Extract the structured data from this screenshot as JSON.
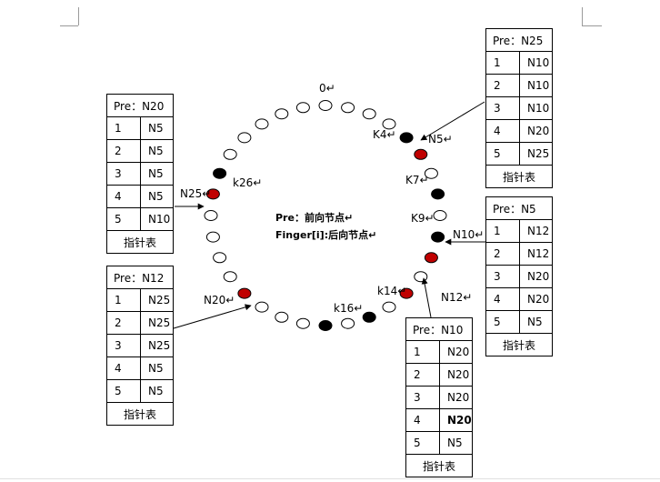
{
  "ring": {
    "zero_label": "0↵",
    "nodes": [
      {
        "label": "N5↵"
      },
      {
        "label": "N10↵"
      },
      {
        "label": "N12↵"
      },
      {
        "label": "N20↵"
      },
      {
        "label": "N25↵"
      }
    ],
    "keys": [
      {
        "label": "K4↵"
      },
      {
        "label": "K7↵"
      },
      {
        "label": "K9↵"
      },
      {
        "label": "k14↵"
      },
      {
        "label": "k16↵"
      },
      {
        "label": "k26↵"
      }
    ],
    "colors": {
      "node": "#c00000",
      "key": "#000000",
      "empty": "#ffffff",
      "stroke": "#000000"
    }
  },
  "legend": {
    "line1": "Pre：前向节点↵",
    "line2": "Finger[i]:后向节点↵"
  },
  "tables": {
    "n5": {
      "pre": "Pre：N25",
      "rows": [
        {
          "i": "1",
          "v": "N10"
        },
        {
          "i": "2",
          "v": "N10"
        },
        {
          "i": "3",
          "v": "N10"
        },
        {
          "i": "4",
          "v": "N20"
        },
        {
          "i": "5",
          "v": "N25"
        }
      ],
      "caption": "指针表"
    },
    "n10": {
      "pre": "Pre：N5",
      "rows": [
        {
          "i": "1",
          "v": "N12"
        },
        {
          "i": "2",
          "v": "N12"
        },
        {
          "i": "3",
          "v": "N20"
        },
        {
          "i": "4",
          "v": "N20"
        },
        {
          "i": "5",
          "v": "N5"
        }
      ],
      "caption": "指针表"
    },
    "n12": {
      "pre": "Pre：N10",
      "rows": [
        {
          "i": "1",
          "v": "N20"
        },
        {
          "i": "2",
          "v": "N20"
        },
        {
          "i": "3",
          "v": "N20"
        },
        {
          "i": "4",
          "v": "N20"
        },
        {
          "i": "5",
          "v": "N5"
        }
      ],
      "caption": "指针表"
    },
    "n20": {
      "pre": "Pre：N12",
      "rows": [
        {
          "i": "1",
          "v": "N25"
        },
        {
          "i": "2",
          "v": "N25"
        },
        {
          "i": "3",
          "v": "N25"
        },
        {
          "i": "4",
          "v": "N5"
        },
        {
          "i": "5",
          "v": "N5"
        }
      ],
      "caption": "指针表"
    },
    "n25": {
      "pre": "Pre：N20",
      "rows": [
        {
          "i": "1",
          "v": "N5"
        },
        {
          "i": "2",
          "v": "N5"
        },
        {
          "i": "3",
          "v": "N5"
        },
        {
          "i": "4",
          "v": "N5"
        },
        {
          "i": "5",
          "v": "N10"
        }
      ],
      "caption": "指针表"
    }
  }
}
